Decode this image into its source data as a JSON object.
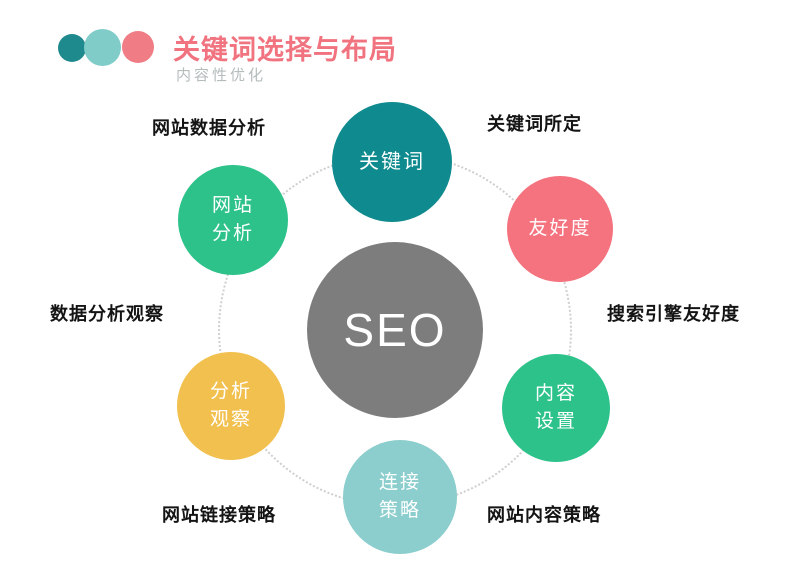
{
  "header": {
    "title": "关键词选择与布局",
    "subtitle": "内容性优化",
    "title_color": "#f0737f",
    "logo_dots": [
      {
        "name": "teal-dot",
        "color": "#1f8a8e"
      },
      {
        "name": "light-teal-dot",
        "color": "#7fccc9"
      },
      {
        "name": "pink-dot",
        "color": "#f07c86"
      }
    ]
  },
  "diagram": {
    "center": {
      "label": "SEO",
      "color": "#7d7d7d",
      "text_color": "#ffffff"
    },
    "nodes": [
      {
        "id": "keyword",
        "label": "关键词",
        "color": "#0f8a8e"
      },
      {
        "id": "website-analysis",
        "label": "网站\n分析",
        "color": "#2ec28b"
      },
      {
        "id": "friendliness",
        "label": "友好度",
        "color": "#f4737f"
      },
      {
        "id": "content-settings",
        "label": "内容\n设置",
        "color": "#2ec28b"
      },
      {
        "id": "link-strategy",
        "label": "连接\n策略",
        "color": "#8bcecd"
      },
      {
        "id": "analysis-observation",
        "label": "分析\n观察",
        "color": "#f2c04e"
      }
    ],
    "annotations": [
      {
        "id": "website-data-analysis",
        "text": "网站数据分析"
      },
      {
        "id": "keyword-determined",
        "text": "关键词所定"
      },
      {
        "id": "search-engine-friendliness",
        "text": "搜索引擎友好度"
      },
      {
        "id": "data-analysis-observation",
        "text": "数据分析观察"
      },
      {
        "id": "website-link-strategy",
        "text": "网站链接策略"
      },
      {
        "id": "website-content-strategy",
        "text": "网站内容策略"
      }
    ]
  }
}
